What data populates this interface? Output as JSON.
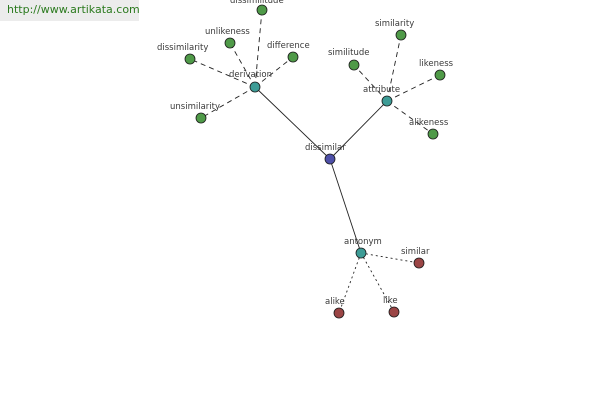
{
  "header": {
    "url": "http://www.artikata.com"
  },
  "graph": {
    "colors": {
      "center": "#4e50a8",
      "relation": "#3d9c96",
      "synonym": "#4f9a48",
      "antonym_term": "#9b4545",
      "edge": "#222222"
    },
    "nodes": [
      {
        "id": "dissimilar",
        "label": "dissimilar",
        "kind": "center"
      },
      {
        "id": "derivation",
        "label": "derivation",
        "kind": "relation"
      },
      {
        "id": "attribute",
        "label": "attribute",
        "kind": "relation"
      },
      {
        "id": "antonym",
        "label": "antonym",
        "kind": "relation"
      },
      {
        "id": "dissimilitude",
        "label": "dissimilitude",
        "kind": "synonym"
      },
      {
        "id": "unlikeness",
        "label": "unlikeness",
        "kind": "synonym"
      },
      {
        "id": "difference",
        "label": "difference",
        "kind": "synonym"
      },
      {
        "id": "dissimilarity",
        "label": "dissimilarity",
        "kind": "synonym"
      },
      {
        "id": "unsimilarity",
        "label": "unsimilarity",
        "kind": "synonym"
      },
      {
        "id": "similarity",
        "label": "similarity",
        "kind": "synonym"
      },
      {
        "id": "similitude",
        "label": "similitude",
        "kind": "synonym"
      },
      {
        "id": "likeness",
        "label": "likeness",
        "kind": "synonym"
      },
      {
        "id": "alikeness",
        "label": "alikeness",
        "kind": "synonym"
      },
      {
        "id": "similar",
        "label": "similar",
        "kind": "antonym_term"
      },
      {
        "id": "alike",
        "label": "alike",
        "kind": "antonym_term"
      },
      {
        "id": "like",
        "label": "like",
        "kind": "antonym_term"
      }
    ],
    "edges": [
      {
        "from": "dissimilar",
        "to": "derivation",
        "style": "solid"
      },
      {
        "from": "dissimilar",
        "to": "attribute",
        "style": "solid"
      },
      {
        "from": "dissimilar",
        "to": "antonym",
        "style": "solid"
      },
      {
        "from": "derivation",
        "to": "dissimilitude",
        "style": "dashed"
      },
      {
        "from": "derivation",
        "to": "unlikeness",
        "style": "dashed"
      },
      {
        "from": "derivation",
        "to": "difference",
        "style": "dashed"
      },
      {
        "from": "derivation",
        "to": "dissimilarity",
        "style": "dashed"
      },
      {
        "from": "derivation",
        "to": "unsimilarity",
        "style": "dashed"
      },
      {
        "from": "attribute",
        "to": "similarity",
        "style": "dashed"
      },
      {
        "from": "attribute",
        "to": "similitude",
        "style": "dashed"
      },
      {
        "from": "attribute",
        "to": "likeness",
        "style": "dashed"
      },
      {
        "from": "attribute",
        "to": "alikeness",
        "style": "dashed"
      },
      {
        "from": "antonym",
        "to": "similar",
        "style": "dotted"
      },
      {
        "from": "antonym",
        "to": "alike",
        "style": "dotted"
      },
      {
        "from": "antonym",
        "to": "like",
        "style": "dotted"
      }
    ]
  }
}
